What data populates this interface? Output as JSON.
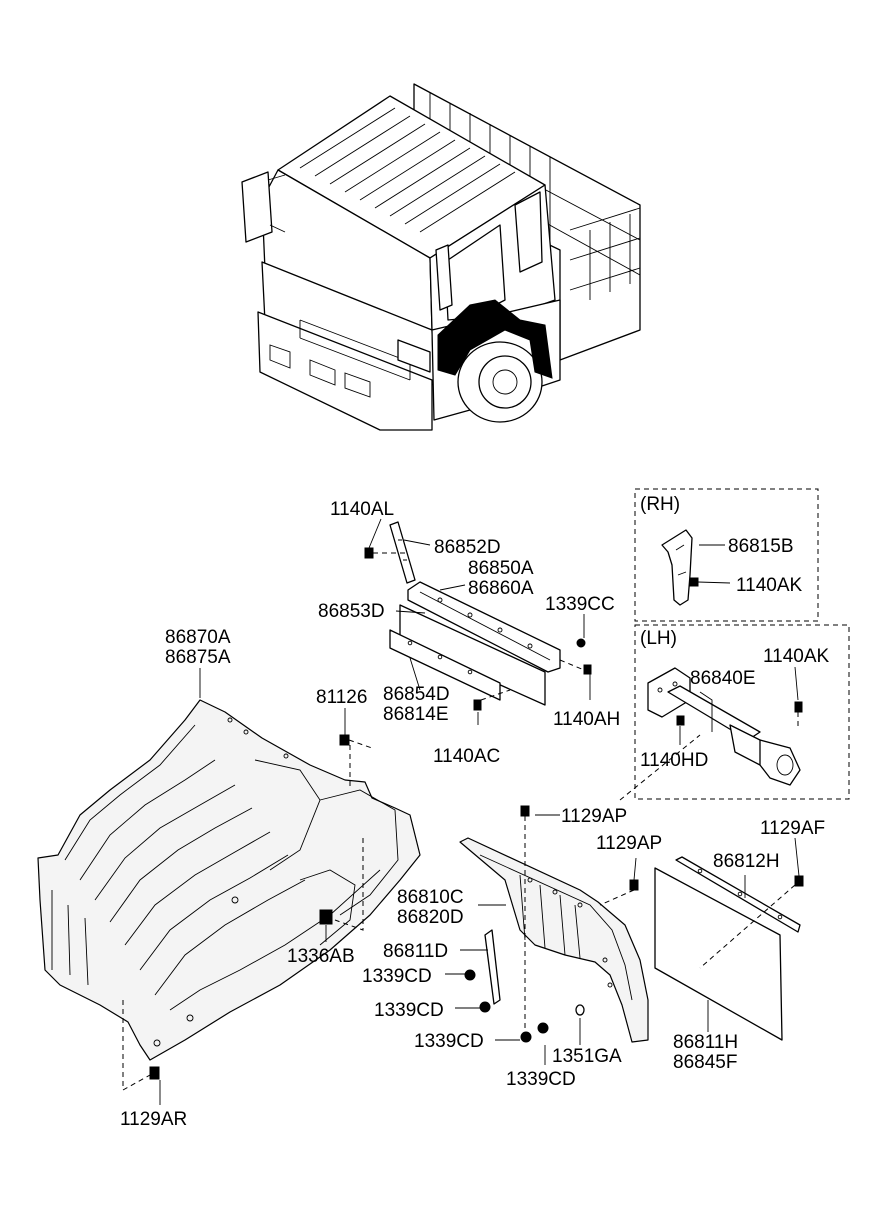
{
  "labels": {
    "p1140AL": "1140AL",
    "p86852D": "86852D",
    "p86850A": "86850A",
    "p86860A": "86860A",
    "p86853D": "86853D",
    "p1339CC": "1339CC",
    "p86870A": "86870A",
    "p86875A": "86875A",
    "p81126": "81126",
    "p86854D": "86854D",
    "p86814E": "86814E",
    "p1140AH": "1140AH",
    "p1140AC": "1140AC",
    "rh": "(RH)",
    "p86815B": "86815B",
    "p1140AK_rh": "1140AK",
    "lh": "(LH)",
    "p1140AK_lh": "1140AK",
    "p86840E": "86840E",
    "p1140HD": "1140HD",
    "p1129AP_a": "1129AP",
    "p1129AP_b": "1129AP",
    "p1129AF": "1129AF",
    "p86812H": "86812H",
    "p86810C": "86810C",
    "p86820D": "86820D",
    "p86811D": "86811D",
    "p1336AB": "1336AB",
    "p1339CD_a": "1339CD",
    "p1339CD_b": "1339CD",
    "p1339CD_c": "1339CD",
    "p1351GA": "1351GA",
    "p1339CD_d": "1339CD",
    "p86811H": "86811H",
    "p86845F": "86845F",
    "p1129AR": "1129AR"
  }
}
